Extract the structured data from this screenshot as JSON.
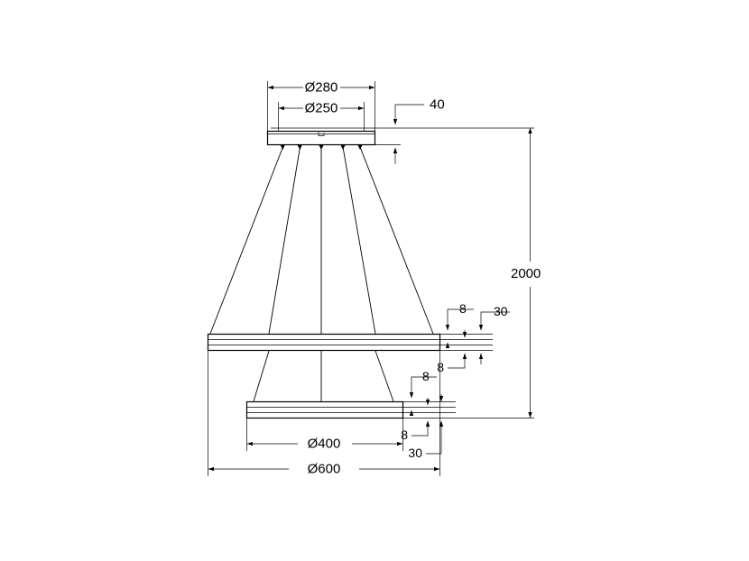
{
  "drawing": {
    "title": "Pendant luminaire two-ring technical dimension drawing",
    "background_color": "#ffffff",
    "line_color": "#000000",
    "units": "mm",
    "dimensions": {
      "canopy_outer_diameter": "Ø280",
      "canopy_inner_diameter": "Ø250",
      "canopy_height": "40",
      "suspension_length": "2000",
      "upper_ring_diameter": "Ø600",
      "lower_ring_diameter": "Ø400",
      "upper_ring_profile_height_top": "8",
      "upper_ring_profile_width": "30",
      "upper_ring_profile_height_bottom": "8",
      "lower_ring_profile_height_top": "8",
      "lower_ring_profile_height_bottom": "8",
      "lower_ring_profile_width": "30"
    },
    "labels": {
      "dia280": "Ø280",
      "dia250": "Ø250",
      "h40": "40",
      "len2000": "2000",
      "upper_8_top": "8",
      "upper_30": "30",
      "upper_8_bottom": "8",
      "lower_8_top": "8",
      "lower_8_bottom": "8",
      "lower_30": "30",
      "dia400": "Ø400",
      "dia600": "Ø600"
    },
    "components": {
      "canopy": "ceiling-canopy",
      "upper_ring": "upper-ring-profile",
      "lower_ring": "lower-ring-profile",
      "cables_upper_count": "5",
      "cables_lower_count": "3"
    }
  }
}
